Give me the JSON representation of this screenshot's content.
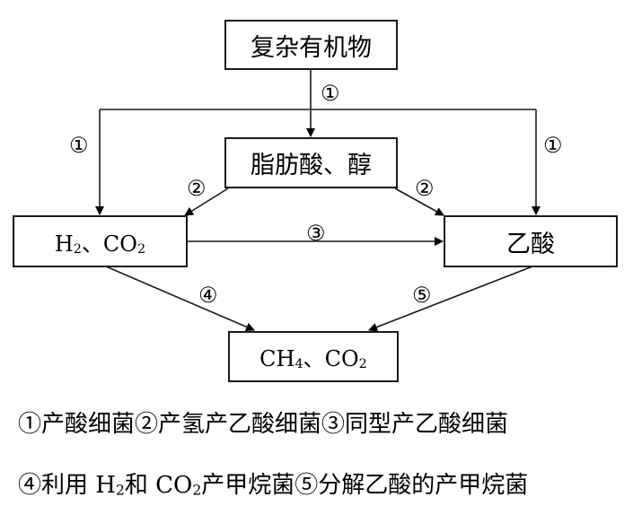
{
  "nodes": {
    "complex_organics": "复杂有机物",
    "fatty_acid_alcohol": "脂肪酸、醇",
    "h2_co2": {
      "parts": [
        "H",
        "2",
        "、CO",
        "2"
      ]
    },
    "acetic_acid": "乙酸",
    "ch4_co2": {
      "parts": [
        "CH",
        "4",
        "、CO",
        "2"
      ]
    }
  },
  "edge_labels": {
    "l1_top": "①",
    "l1_left": "①",
    "l1_right": "①",
    "l2_left": "②",
    "l2_right": "②",
    "l3": "③",
    "l4": "④",
    "l5": "⑤"
  },
  "legend": {
    "line1": {
      "prefix": "：",
      "text": "①产酸细菌②产氢产乙酸细菌③同型产乙酸细菌"
    },
    "line2": {
      "prefix": "：",
      "pre": "④利用 H",
      "sub1": "2",
      "mid": "和 CO",
      "sub2": "2",
      "post": "产甲烷菌⑤分解乙酸的产甲烷菌"
    }
  }
}
